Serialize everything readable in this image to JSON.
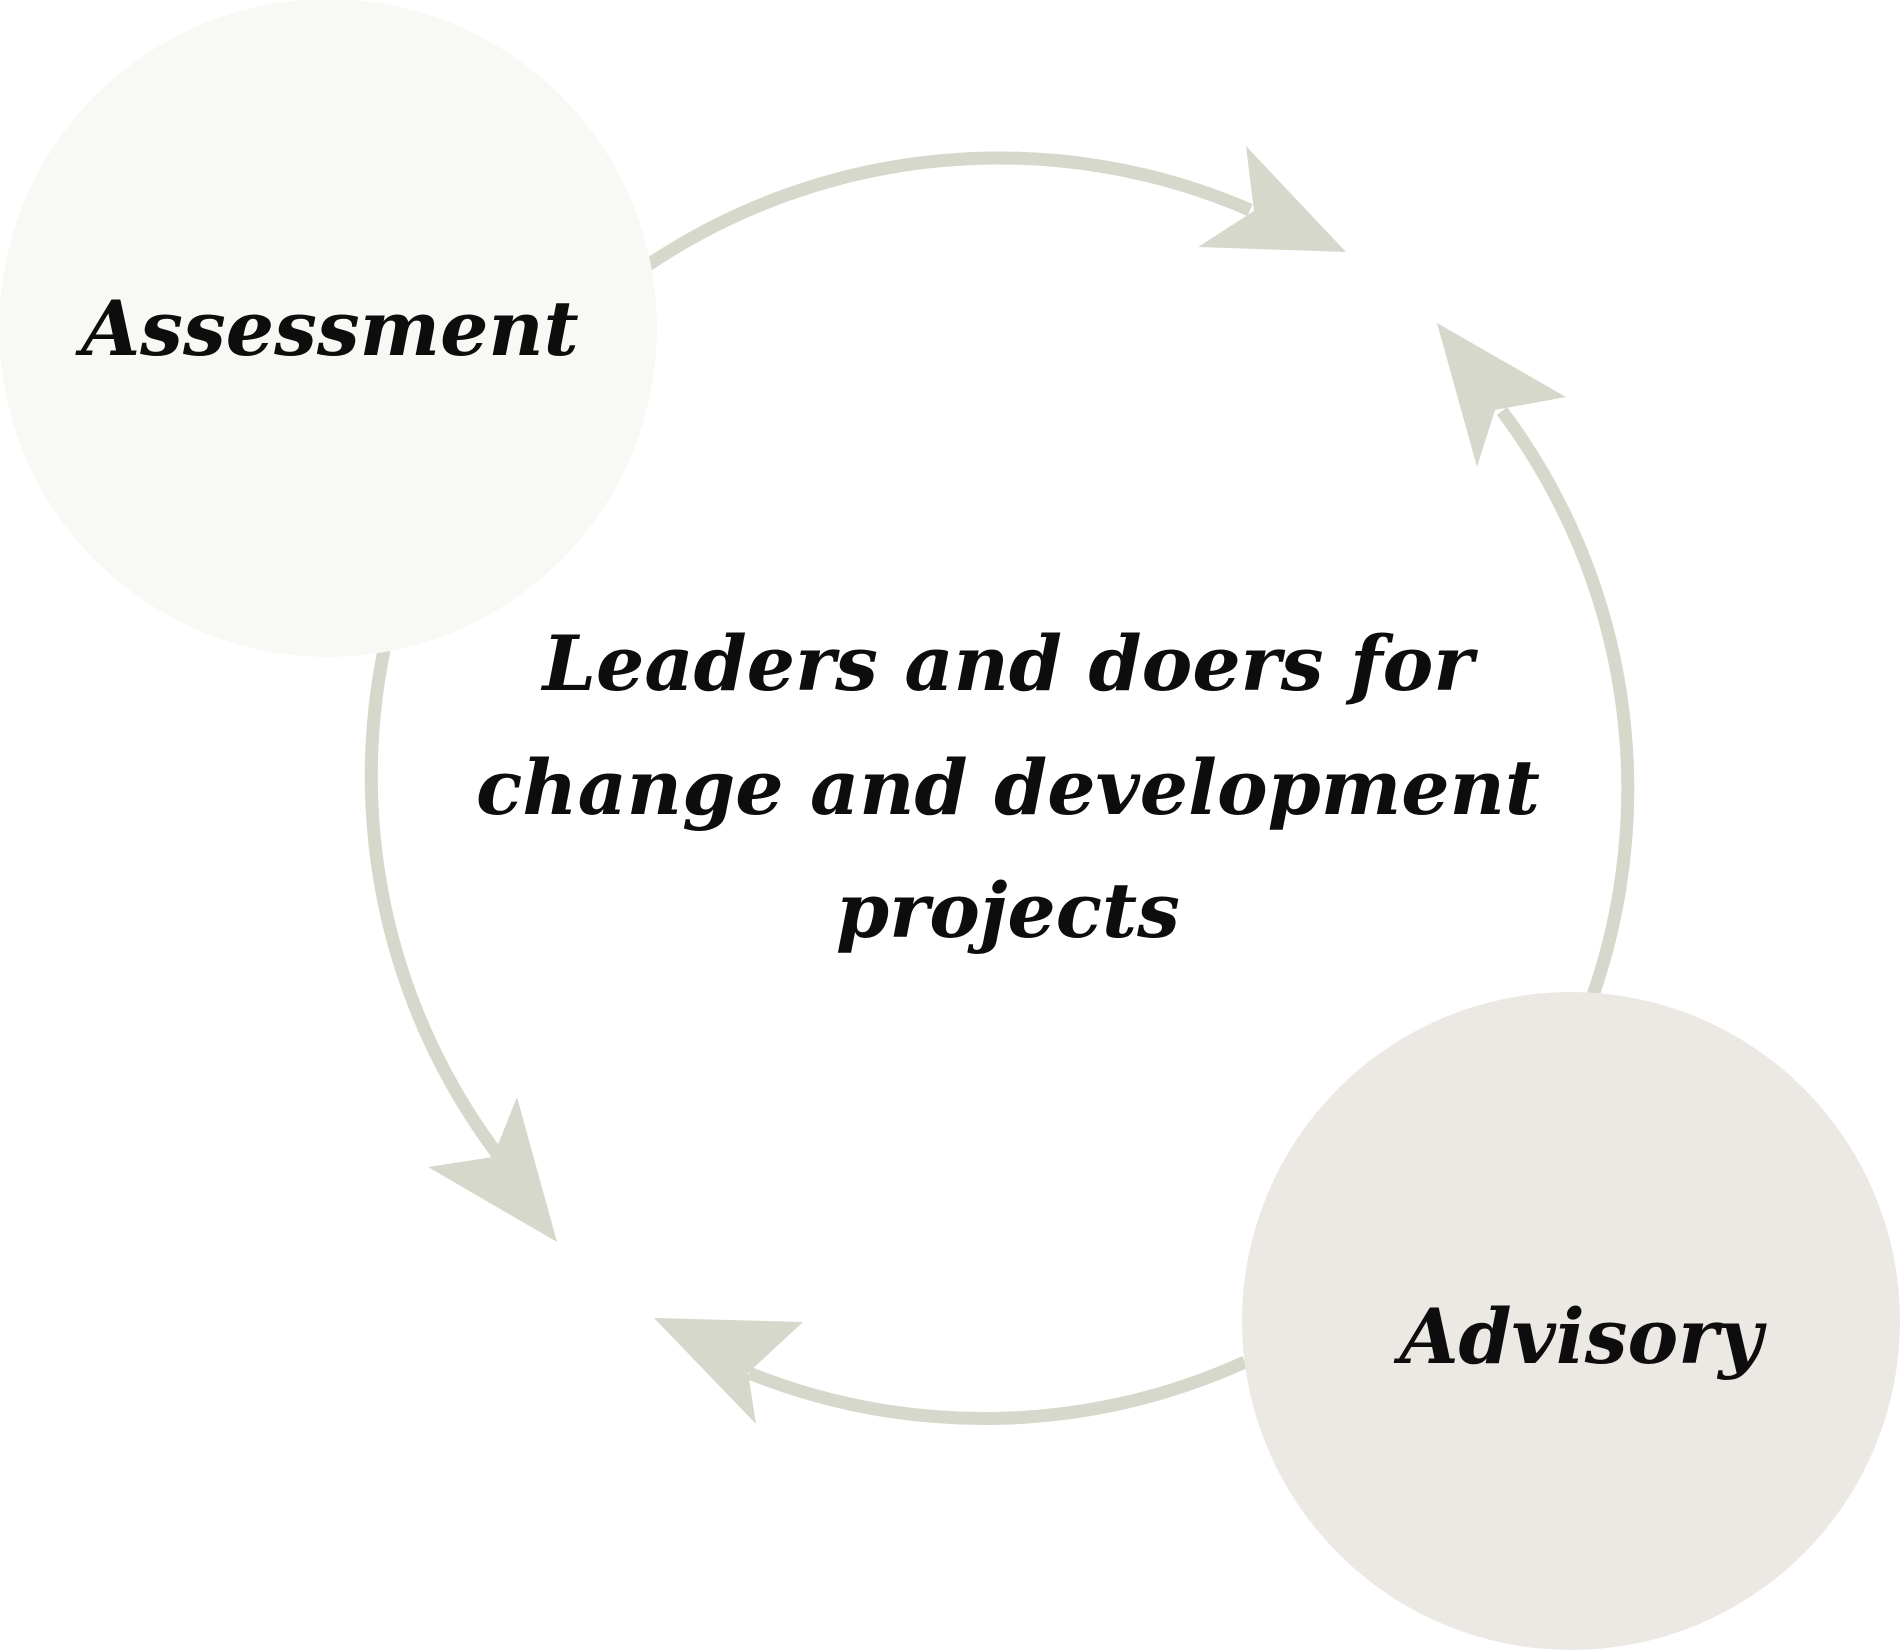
{
  "diagram": {
    "center_text": {
      "line1": "Leaders and doers for",
      "line2": "change and development",
      "line3": "projects"
    },
    "nodes": [
      {
        "id": "assessment",
        "label": "Assessment",
        "fill": "#f8f9f4"
      },
      {
        "id": "advisory",
        "label": "Advisory",
        "fill": "#ece8e4"
      }
    ],
    "arrow_color": "#d6d8cb"
  }
}
